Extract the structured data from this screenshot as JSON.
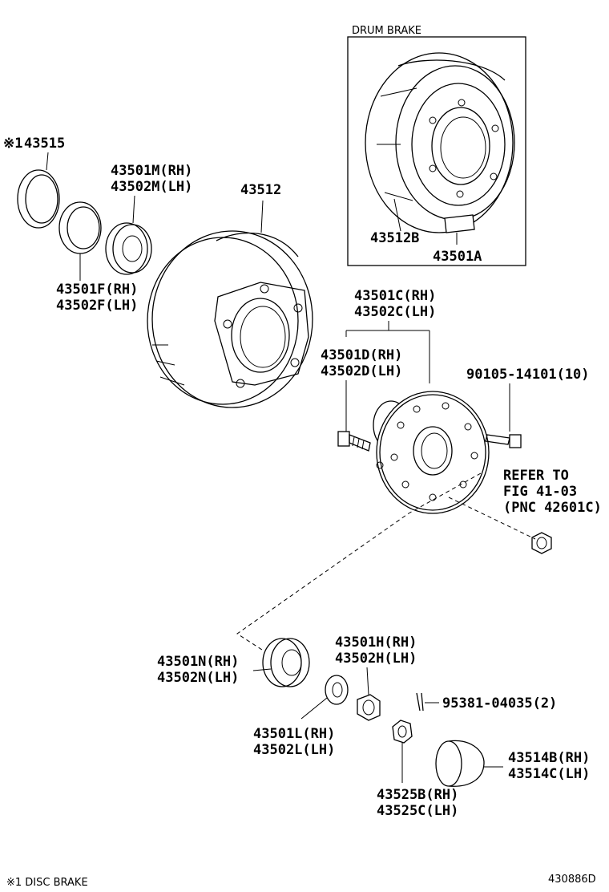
{
  "diagram": {
    "drum_brake_title": "DRUM BRAKE",
    "drum_labels": {
      "drum": "43512B",
      "clip": "43501A"
    },
    "labels": {
      "ring_mark": "※1",
      "ring": "43515",
      "outer_bearing_rh": "43501M(RH)",
      "outer_bearing_lh": "43502M(LH)",
      "rotor": "43512",
      "seal_rh": "43501F(RH)",
      "seal_lh": "43502F(LH)",
      "hub_rh": "43501C(RH)",
      "hub_lh": "43502C(LH)",
      "hub_bolt_rh": "43501D(RH)",
      "hub_bolt_lh": "43502D(LH)",
      "bolt": "90105-14101(10)",
      "refer_1": "REFER TO",
      "refer_2": "FIG 41-03",
      "refer_3": "(PNC 42601C)",
      "inner_bearing_rh": "43501N(RH)",
      "inner_bearing_lh": "43502N(LH)",
      "nut_rh": "43501H(RH)",
      "nut_lh": "43502H(LH)",
      "washer_rh": "43501L(RH)",
      "washer_lh": "43502L(LH)",
      "pin": "95381-04035(2)",
      "cap_rh": "43514B(RH)",
      "cap_lh": "43514C(LH)",
      "lock_rh": "43525B(RH)",
      "lock_lh": "43525C(LH)"
    },
    "footnote": "※1 DISC BRAKE",
    "diagram_id": "430886D"
  }
}
